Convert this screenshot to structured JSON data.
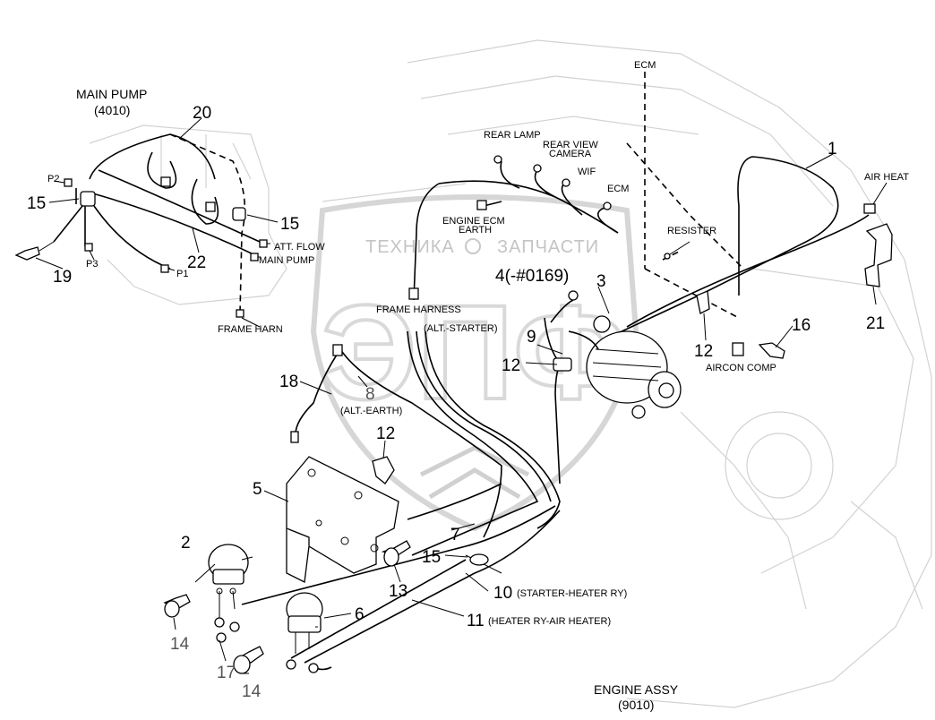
{
  "watermark": {
    "left": "ТЕХНИКА",
    "right": "ЗАПЧАСТИ",
    "logo": "ЭПФ"
  },
  "sections": {
    "main_pump": {
      "title": "MAIN PUMP",
      "code": "(4010)"
    },
    "engine_assy": {
      "title": "ENGINE ASSY",
      "code": "(9010)"
    }
  },
  "connectors": {
    "ecm_top": "ECM",
    "air_heat": "AIR HEAT",
    "rear_lamp": "REAR LAMP",
    "rear_view_camera_1": "REAR VIEW",
    "rear_view_camera_2": "CAMERA",
    "wif": "WIF",
    "ecm": "ECM",
    "engine_ecm_1": "ENGINE ECM",
    "engine_ecm_2": "EARTH",
    "resister": "RESISTER",
    "att_flow": "ATT. FLOW",
    "main_pump": "MAIN PUMP",
    "frame_harn": "FRAME HARN",
    "frame_harness": "FRAME HARNESS",
    "alt_starter": "(ALT.-STARTER)",
    "alt_earth": "(ALT.-EARTH)",
    "aircon_comp": "AIRCON COMP",
    "p1": "P1",
    "p2": "P2",
    "p3": "P3",
    "starter_heater_ry": "(STARTER-HEATER RY)",
    "heater_ry_air_heater": "(HEATER RY-AIR HEATER)"
  },
  "callouts": {
    "c1": "1",
    "c2": "2",
    "c3": "3",
    "c4": "4(-#0169)",
    "c5": "5",
    "c6": "6",
    "c7": "7",
    "c8": "8",
    "c9": "9",
    "c10": "10",
    "c11": "11",
    "c12a": "12",
    "c12b": "12",
    "c12c": "12",
    "c13": "13",
    "c14a": "14",
    "c14b": "14",
    "c15a": "15",
    "c15b": "15",
    "c15c": "15",
    "c16": "16",
    "c17": "17",
    "c18": "18",
    "c19": "19",
    "c20": "20",
    "c21": "21",
    "c22": "22"
  }
}
